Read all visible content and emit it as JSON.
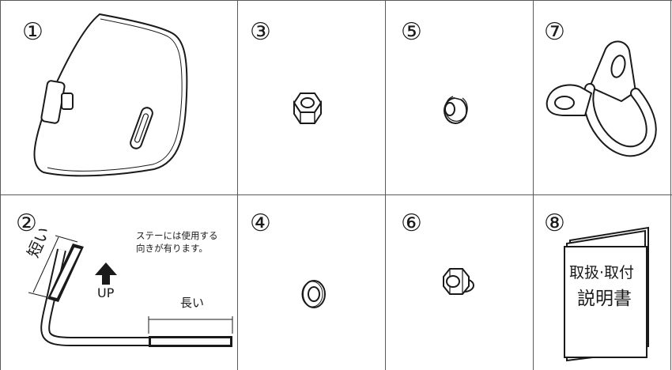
{
  "parts": [
    {
      "number": "①",
      "icon": "windscreen-icon"
    },
    {
      "number": "②",
      "icon": "stay-bracket-icon"
    },
    {
      "number": "③",
      "icon": "hex-nut-icon"
    },
    {
      "number": "④",
      "icon": "flat-washer-icon"
    },
    {
      "number": "⑤",
      "icon": "spring-washer-icon"
    },
    {
      "number": "⑥",
      "icon": "flange-nut-icon"
    },
    {
      "number": "⑦",
      "icon": "clamp-icon"
    },
    {
      "number": "⑧",
      "icon": "manual-booklet-icon"
    }
  ],
  "stay": {
    "short_label": "短い",
    "long_label": "長い",
    "up_label": "UP",
    "note_line1": "ステーには使用する",
    "note_line2": "向きが有ります。"
  },
  "manual": {
    "line1": "取扱·取付",
    "line2": "説明書"
  }
}
